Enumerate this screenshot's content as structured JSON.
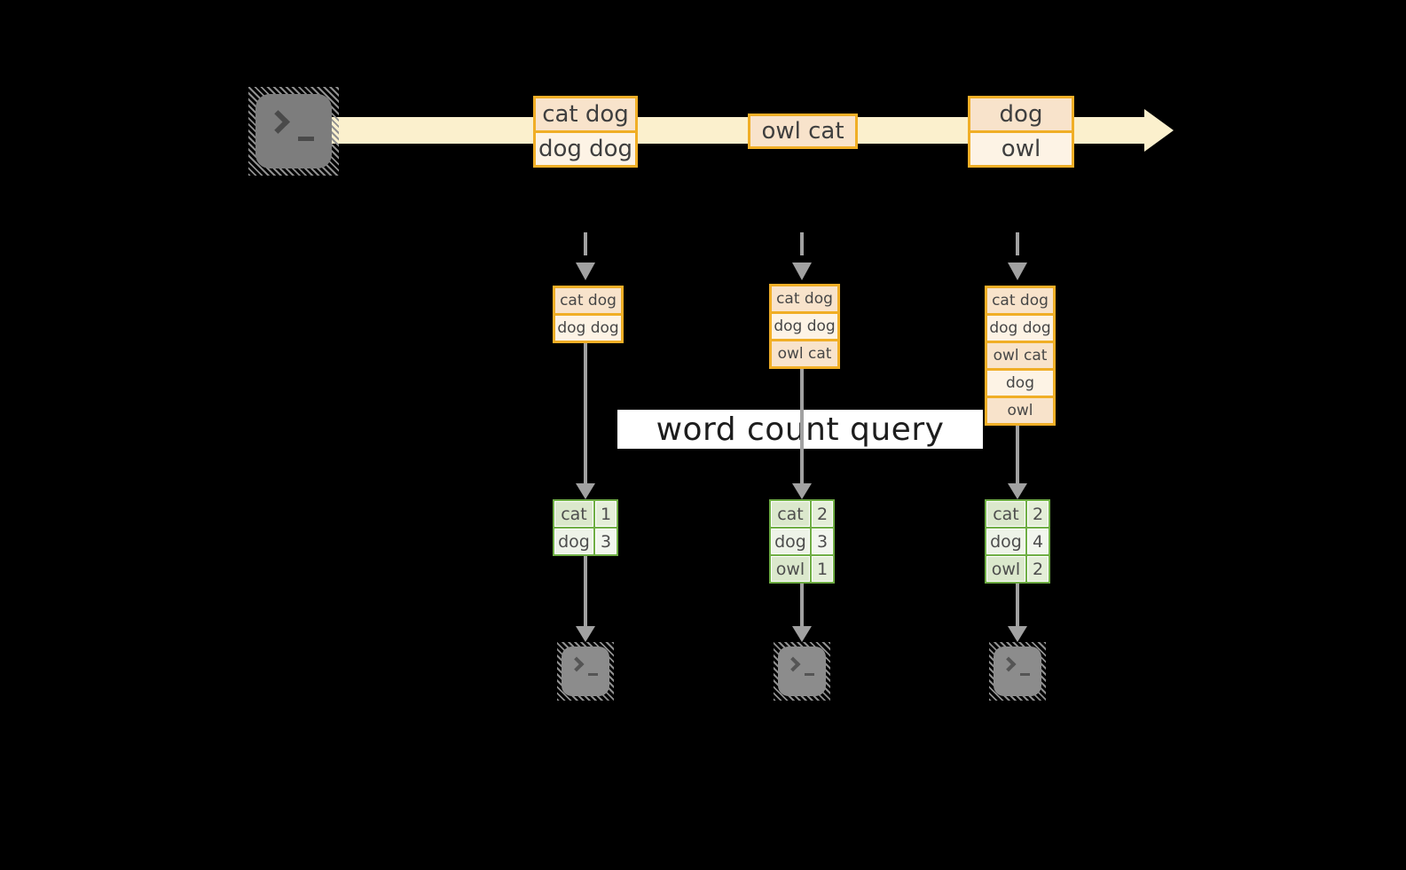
{
  "diagram": {
    "query_label": "word count query",
    "timeline": {
      "events": [
        {
          "cells": [
            "cat dog",
            "dog dog"
          ]
        },
        {
          "cells": [
            "owl cat"
          ]
        },
        {
          "cells": [
            "dog",
            "owl"
          ]
        }
      ]
    },
    "columns": [
      {
        "buffer": [
          "cat dog",
          "dog dog"
        ],
        "counts": [
          {
            "word": "cat",
            "count": "1"
          },
          {
            "word": "dog",
            "count": "3"
          }
        ]
      },
      {
        "buffer": [
          "cat dog",
          "dog dog",
          "owl cat"
        ],
        "counts": [
          {
            "word": "cat",
            "count": "2"
          },
          {
            "word": "dog",
            "count": "3"
          },
          {
            "word": "owl",
            "count": "1"
          }
        ]
      },
      {
        "buffer": [
          "cat dog",
          "dog dog",
          "owl cat",
          "dog",
          "owl"
        ],
        "counts": [
          {
            "word": "cat",
            "count": "2"
          },
          {
            "word": "dog",
            "count": "4"
          },
          {
            "word": "owl",
            "count": "2"
          }
        ]
      }
    ],
    "icons": {
      "source_terminal": "terminal-prompt",
      "sink_terminal": "terminal-prompt"
    },
    "colors": {
      "background": "#000000",
      "stream_band": "#fbf0cd",
      "event_border": "#f0ae26",
      "event_fill_a": "#f8e3cb",
      "event_fill_b": "#fdf3e5",
      "table_border": "#6fae44",
      "table_fill_a": "#dbe8cc",
      "table_fill_b": "#eef3e8",
      "arrow": "#a1a1a1",
      "banner_bg": "#ffffff"
    }
  }
}
